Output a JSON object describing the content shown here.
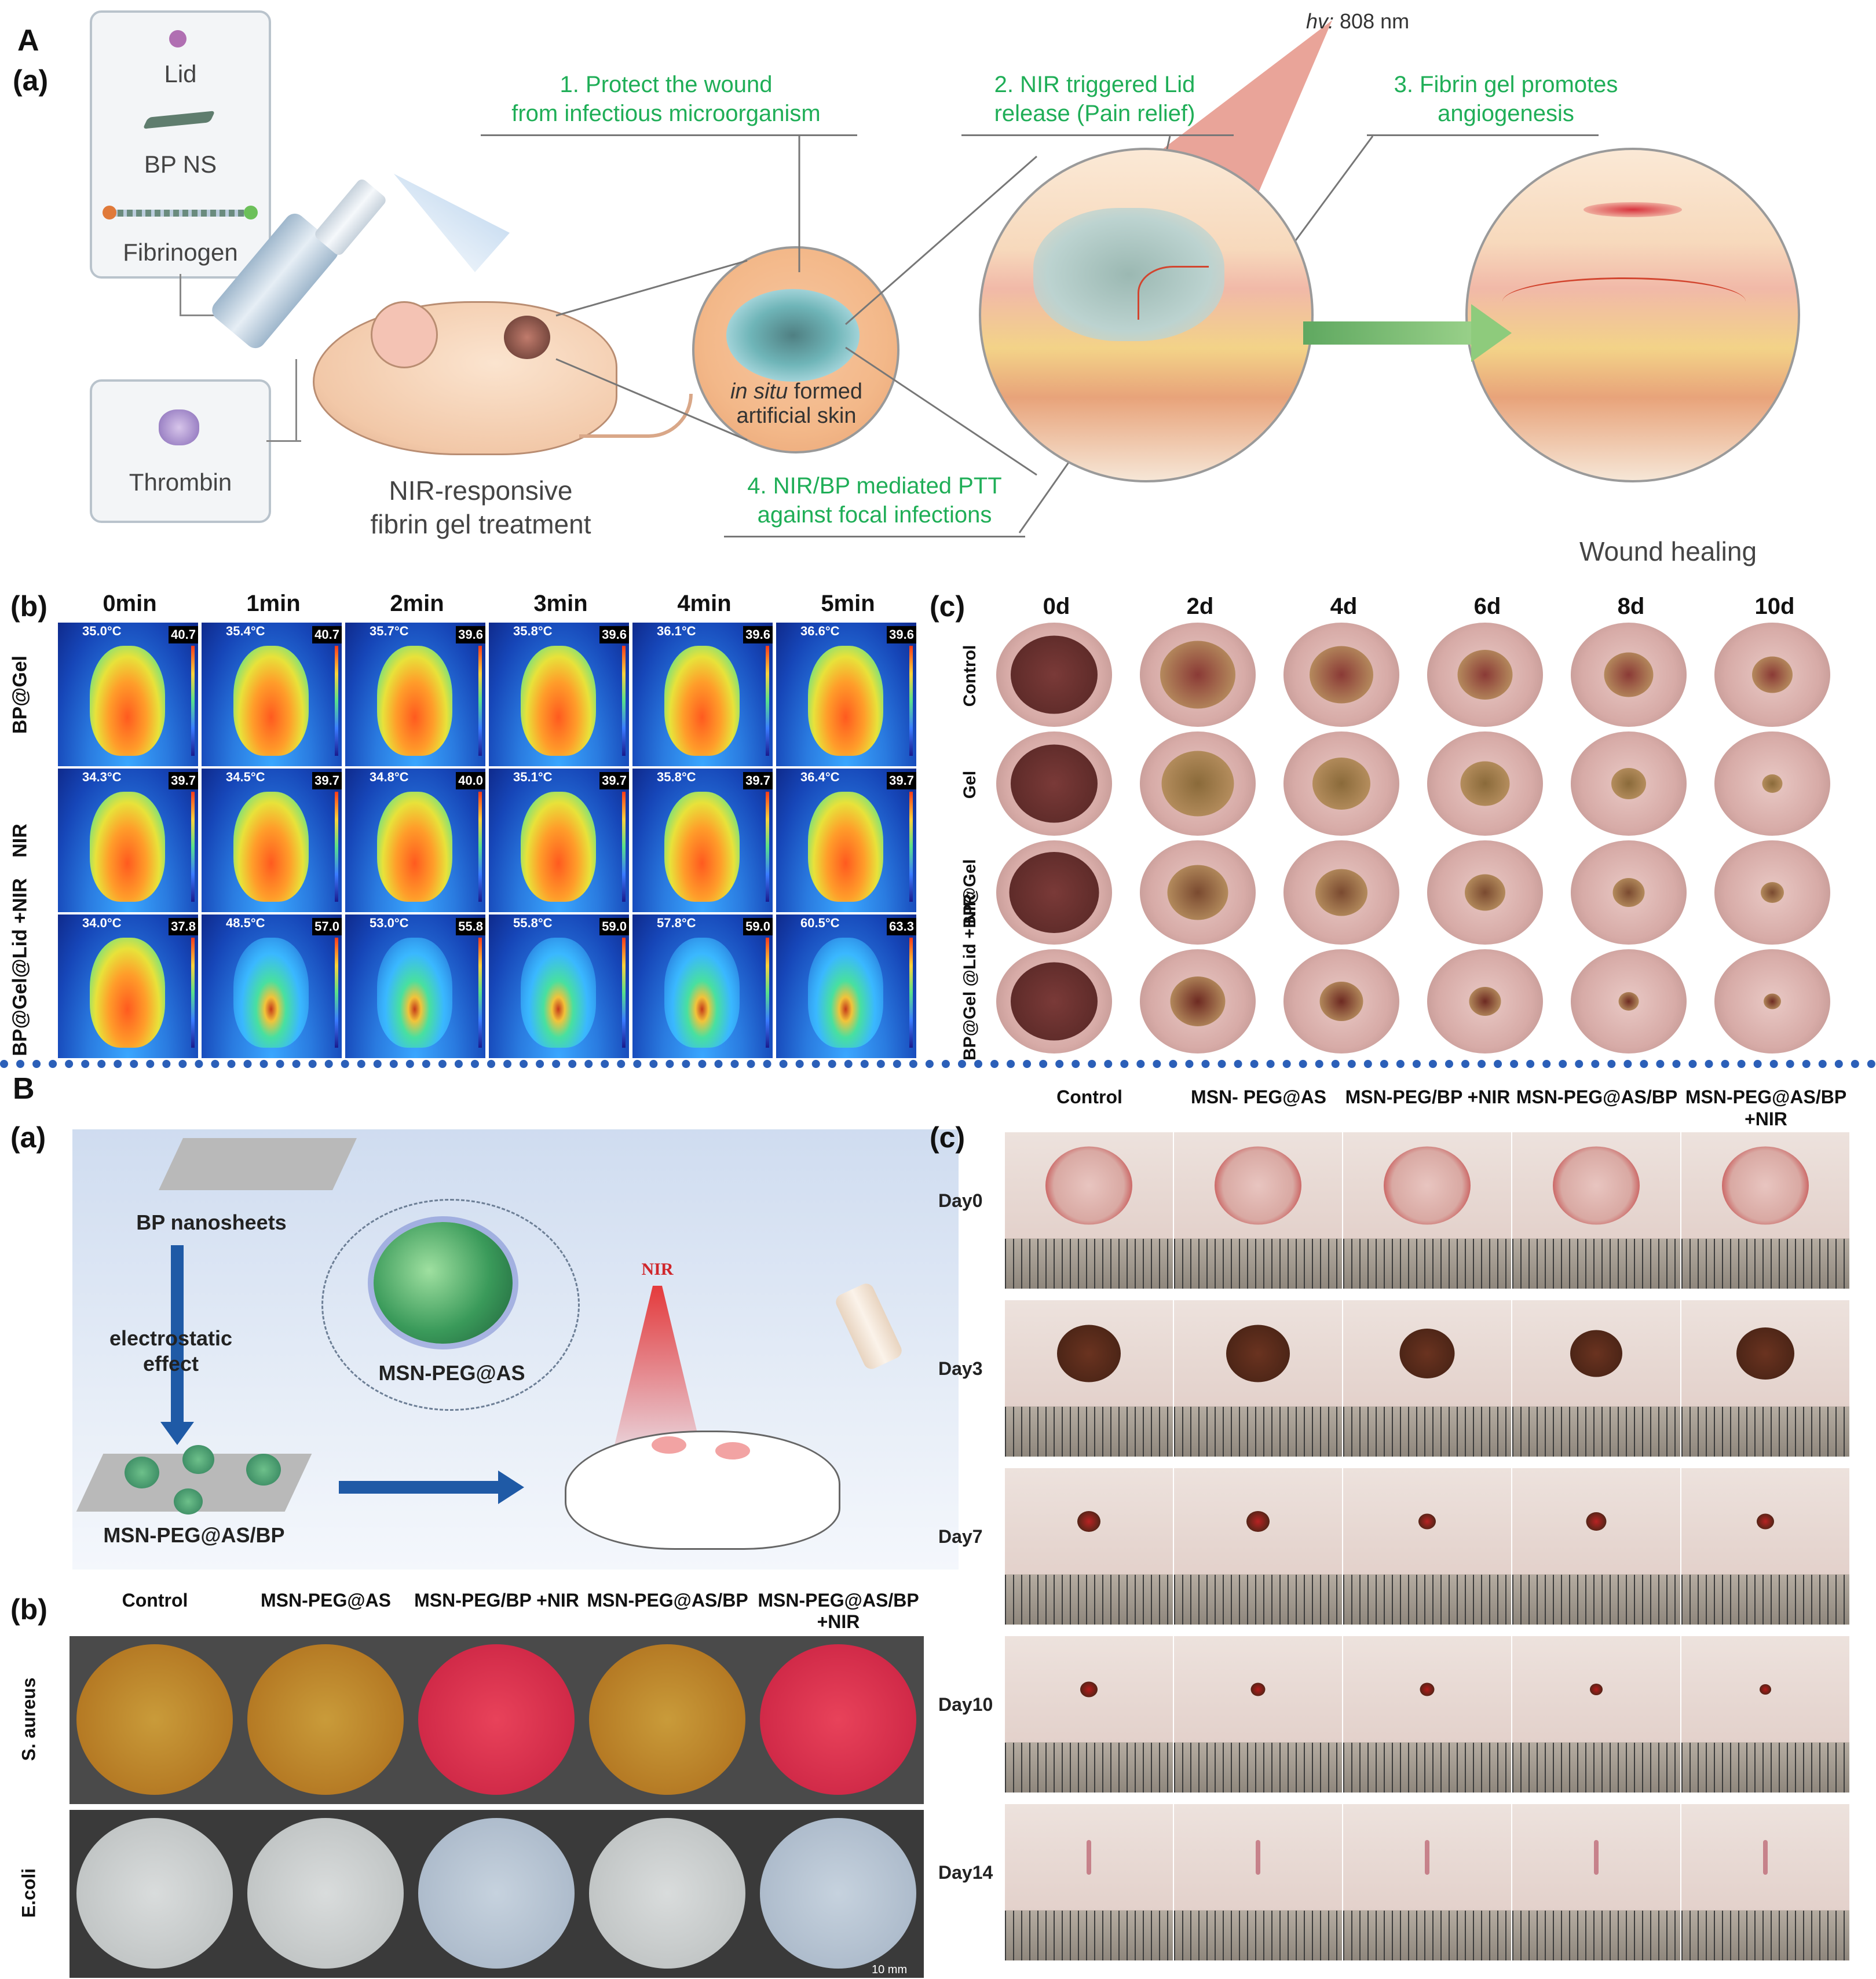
{
  "panelA": {
    "letter": "A",
    "sub_a": "(a)",
    "legend_top": [
      "Lid",
      "BP NS",
      "Fibrinogen"
    ],
    "legend_bottom": "Thrombin",
    "mouse_caption": [
      "NIR-responsive",
      "fibrin gel treatment"
    ],
    "skin_caption_italic": "in situ",
    "skin_caption": " formed",
    "skin_caption2": "artificial skin",
    "step1": [
      "1. Protect the wound",
      "from infectious microorganism"
    ],
    "step2": [
      "2. NIR triggered Lid",
      "release (Pain relief)"
    ],
    "step3": [
      "3. Fibrin gel promotes",
      "angiogenesis"
    ],
    "step4": [
      "4. NIR/BP mediated PTT",
      "against focal infections"
    ],
    "hv_label": "hv:",
    "hv_value": " 808 nm",
    "healing": "Wound healing",
    "sub_b": "(b)",
    "thermal_cols": [
      "0min",
      "1min",
      "2min",
      "3min",
      "4min",
      "5min"
    ],
    "thermal_rows": [
      {
        "label": "BP@Gel",
        "temps": [
          "35.0°C",
          "35.4°C",
          "35.7°C",
          "35.8°C",
          "36.1°C",
          "36.6°C"
        ],
        "max": [
          "40.7",
          "40.7",
          "39.6",
          "39.6",
          "39.6",
          "39.6"
        ]
      },
      {
        "label": "NIR",
        "temps": [
          "34.3°C",
          "34.5°C",
          "34.8°C",
          "35.1°C",
          "35.8°C",
          "36.4°C"
        ],
        "max": [
          "39.7",
          "39.7",
          "40.0",
          "39.7",
          "39.7",
          "39.7"
        ]
      },
      {
        "label": "BP@Gel@Lid +NIR",
        "temps": [
          "34.0°C",
          "48.5°C",
          "53.0°C",
          "55.8°C",
          "57.8°C",
          "60.5°C"
        ],
        "max": [
          "37.8",
          "57.0",
          "55.8",
          "59.0",
          "59.0",
          "63.3"
        ]
      }
    ],
    "sub_c": "(c)",
    "wound_cols": [
      "0d",
      "2d",
      "4d",
      "6d",
      "8d",
      "10d"
    ],
    "wound_rows": [
      "Control",
      "Gel",
      "BP@Gel",
      "BP@Gel @Lid + NIR"
    ]
  },
  "panelB": {
    "letter": "B",
    "sub_a": "(a)",
    "bp_nanosheets": "BP nanosheets",
    "electrostatic": [
      "electrostatic",
      "effect"
    ],
    "msn_peg_as": "MSN-PEG@AS",
    "msn_peg_as_bp": "MSN-PEG@AS/BP",
    "nir": "NIR",
    "sub_b": "(b)",
    "dish_cols": [
      "Control",
      "MSN-PEG@AS",
      "MSN-PEG/BP +NIR",
      "MSN-PEG@AS/BP",
      "MSN-PEG@AS/BP +NIR"
    ],
    "dish_rows": [
      "S. aureus",
      "E.coli"
    ],
    "scale_text": "10 mm",
    "sub_c": "(c)",
    "heal_cols": [
      "Control",
      "MSN- PEG@AS",
      "MSN-PEG/BP +NIR",
      "MSN-PEG@AS/BP",
      "MSN-PEG@AS/BP +NIR"
    ],
    "heal_rows": [
      "Day0",
      "Day3",
      "Day7",
      "Day10",
      "Day14"
    ]
  },
  "colors": {
    "green_text": "#1fae57",
    "separator": "#2b5fb8",
    "arrow_blue": "#1f5aa6"
  }
}
